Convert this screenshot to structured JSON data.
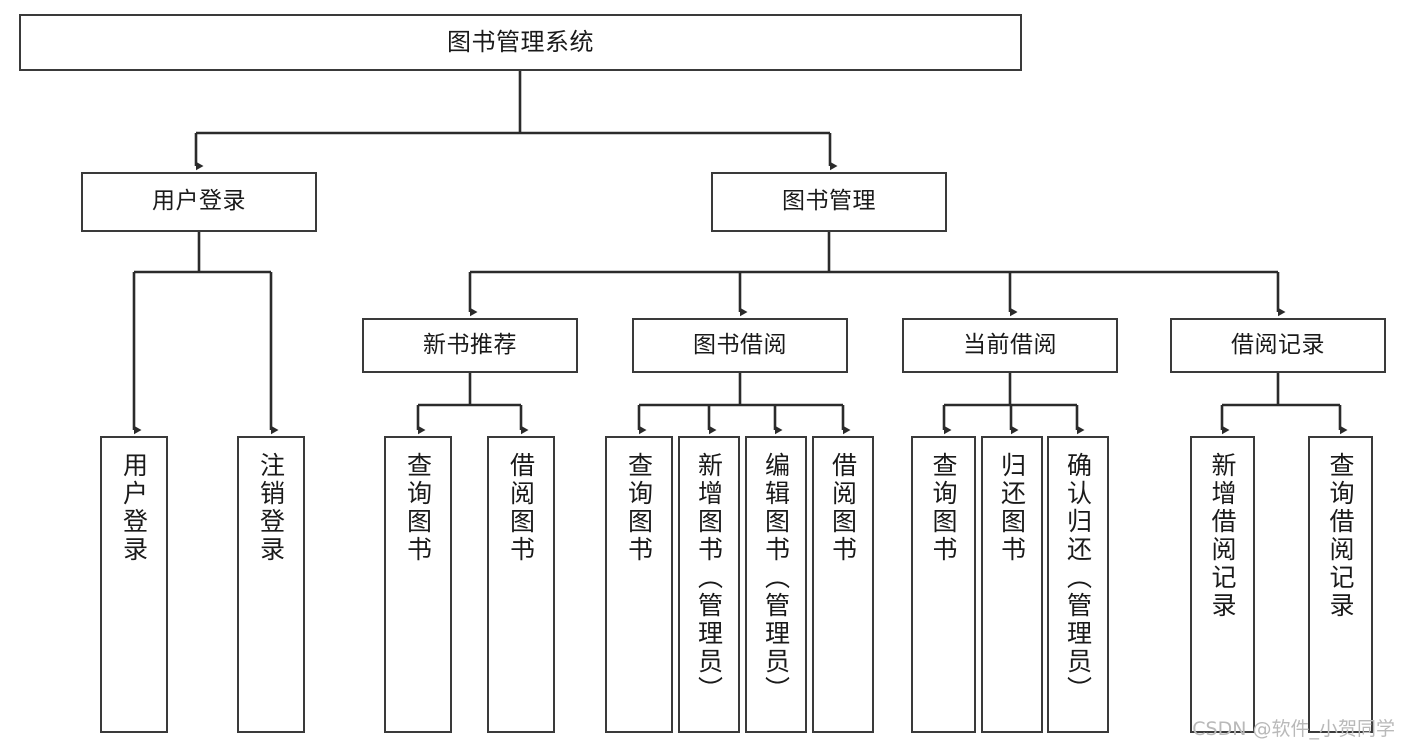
{
  "diagram": {
    "title": "图书管理系统",
    "type": "tree-hierarchy",
    "watermark": "CSDN @软件_小贺同学",
    "colors": {
      "box_border": "#3a3a3a",
      "box_fill": "#ffffff",
      "edge": "#2b2b2b",
      "text": "#1a1a1a",
      "watermark": "#b9b9b9",
      "background": "#ffffff"
    },
    "nodes": {
      "root": {
        "label": "图书管理系统"
      },
      "level1": [
        {
          "id": "user-login",
          "label": "用户登录"
        },
        {
          "id": "book-manage",
          "label": "图书管理"
        }
      ],
      "level2": [
        {
          "id": "new-book-rec",
          "label": "新书推荐"
        },
        {
          "id": "book-borrow",
          "label": "图书借阅"
        },
        {
          "id": "current-borrow",
          "label": "当前借阅"
        },
        {
          "id": "borrow-record",
          "label": "借阅记录"
        }
      ],
      "leaves": {
        "user-login": [
          {
            "id": "leaf-user-login",
            "label": "用户登录"
          },
          {
            "id": "leaf-logout",
            "label": "注销登录"
          }
        ],
        "new-book-rec": [
          {
            "id": "leaf-query-book-1",
            "label": "查询图书"
          },
          {
            "id": "leaf-borrow-book-1",
            "label": "借阅图书"
          }
        ],
        "book-borrow": [
          {
            "id": "leaf-query-book-2",
            "label": "查询图书"
          },
          {
            "id": "leaf-add-book",
            "label": "新增图书（管理员）"
          },
          {
            "id": "leaf-edit-book",
            "label": "编辑图书（管理员）"
          },
          {
            "id": "leaf-borrow-book-2",
            "label": "借阅图书"
          }
        ],
        "current-borrow": [
          {
            "id": "leaf-query-book-3",
            "label": "查询图书"
          },
          {
            "id": "leaf-return-book",
            "label": "归还图书"
          },
          {
            "id": "leaf-confirm-return",
            "label": "确认归还（管理员）"
          }
        ],
        "borrow-record": [
          {
            "id": "leaf-add-record",
            "label": "新增借阅记录"
          },
          {
            "id": "leaf-query-record",
            "label": "查询借阅记录"
          }
        ]
      }
    }
  }
}
